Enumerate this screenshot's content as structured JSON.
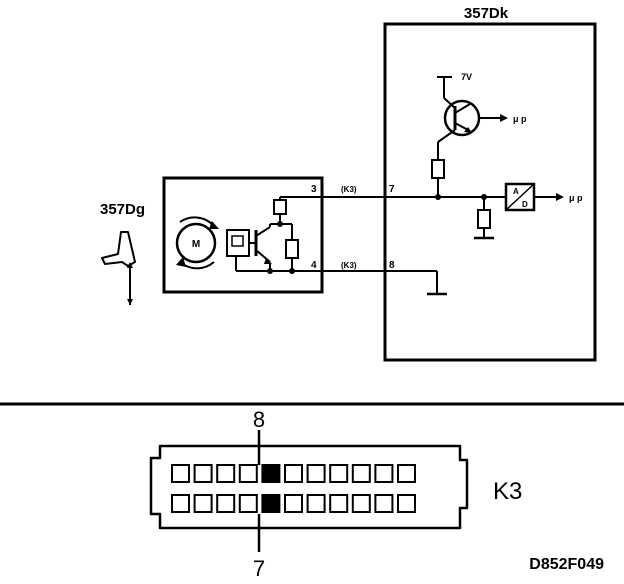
{
  "module_right": {
    "label": "357Dk"
  },
  "module_left": {
    "label": "357Dg"
  },
  "motor": {
    "label": "M"
  },
  "supply": {
    "label": "7V"
  },
  "mcu_labels": {
    "transistor_out": "μ p",
    "adc_out": "μ p"
  },
  "adc": {
    "top": "A",
    "bottom": "D"
  },
  "pins": {
    "left_3": "3",
    "left_4": "4",
    "right_7": "7",
    "right_8": "8",
    "wire_top": "(K3)",
    "wire_bottom": "(K3)"
  },
  "connector": {
    "name": "K3",
    "pin_top": "8",
    "pin_bottom": "7",
    "rows": 2,
    "cols": 11,
    "highlighted_col": 4
  },
  "figure_code": "D852F049"
}
